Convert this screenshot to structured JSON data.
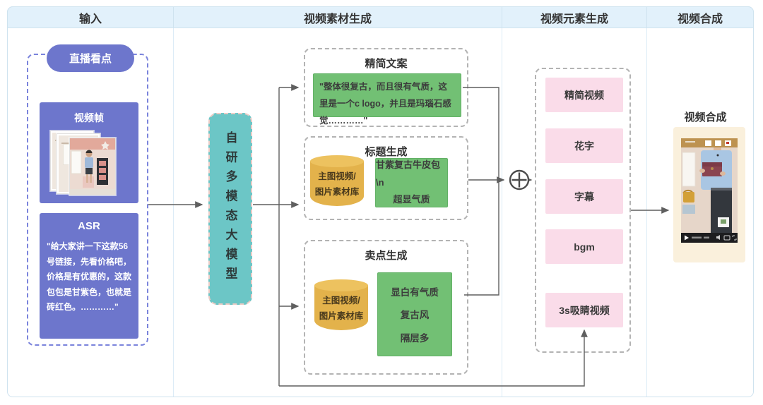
{
  "header": {
    "columns": [
      {
        "label": "输入"
      },
      {
        "label": "视频素材生成"
      },
      {
        "label": "视频元素生成"
      },
      {
        "label": "视频合成"
      }
    ]
  },
  "input": {
    "badge": "直播看点",
    "video_frame": {
      "title": "视频帧"
    },
    "asr": {
      "title": "ASR",
      "text": "\"给大家讲一下这款56号链接，先看价格吧，价格是有优惠的，这款包包是甘紫色，也就是砖红色。…………\""
    }
  },
  "model": {
    "label": "自研多模态大模型"
  },
  "material": {
    "copy": {
      "title": "精简文案",
      "text": "\"整体很复古，而且很有气质，这里是一个c logo，并且是玛瑙石感觉…………\""
    },
    "title_gen": {
      "title": "标题生成",
      "db_line1": "主图视频/",
      "db_line2": "图片素材库",
      "line1": "甘紫复古牛皮包\\n",
      "line2": "超显气质"
    },
    "selling": {
      "title": "卖点生成",
      "db_line1": "主图视频/",
      "db_line2": "图片素材库",
      "points": [
        "显白有气质",
        "复古风",
        "隔层多"
      ]
    }
  },
  "elements": {
    "items": [
      {
        "label": "精简视频"
      },
      {
        "label": "花字"
      },
      {
        "label": "字幕"
      },
      {
        "label": "bgm"
      },
      {
        "label": "3s吸睛视频"
      }
    ]
  },
  "synthesis": {
    "title": "视频合成"
  },
  "colors": {
    "header_bg": "#e2f1fb",
    "purple": "#6d76cc",
    "teal": "#6cc6c6",
    "green": "#72c074",
    "gold": "#e3b24b",
    "pink": "#fadce9",
    "cream": "#faf0dc",
    "connector": "#5f5f5f",
    "dashed_border": "#b3b3b3",
    "input_dashed_border": "#7b84dc"
  }
}
